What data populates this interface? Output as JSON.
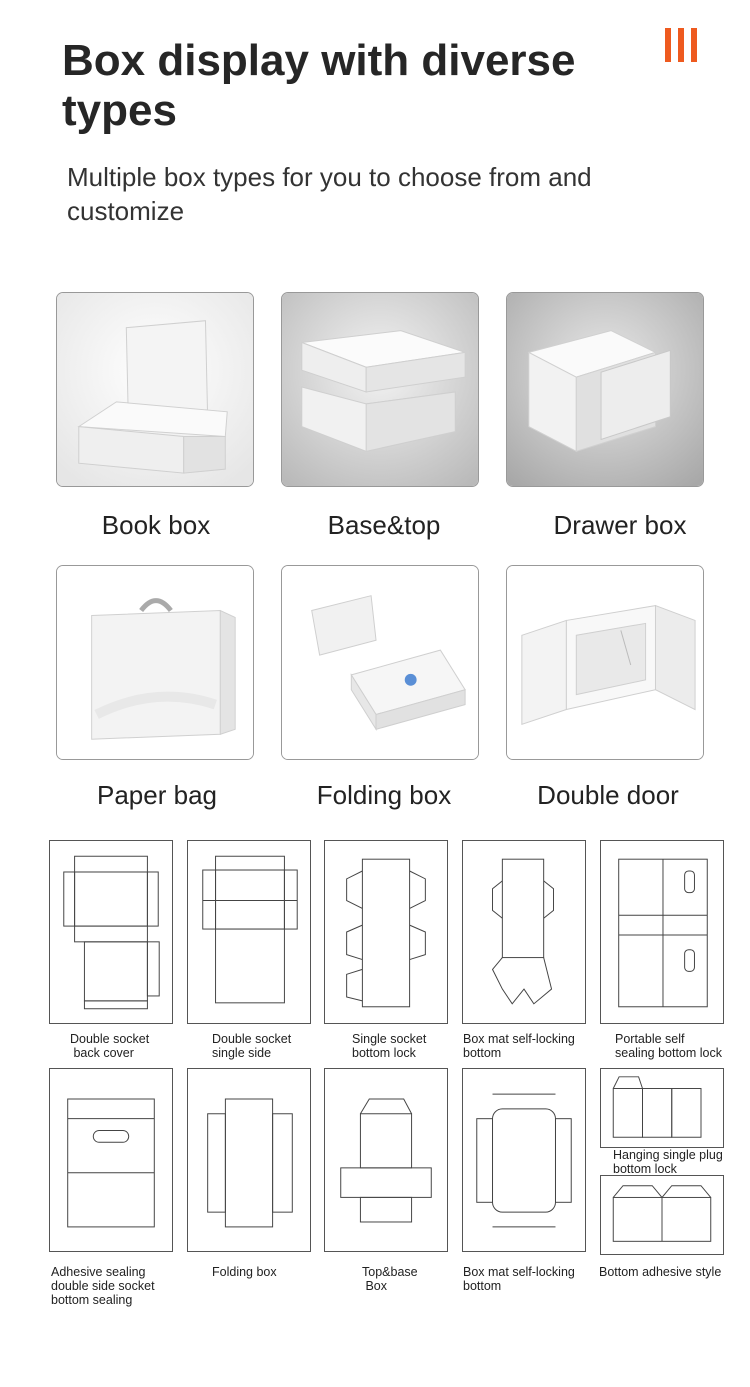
{
  "header": {
    "title": "Box display with diverse types",
    "subtitle": "Multiple box types for you to choose from and customize",
    "accent_color": "#ee5a1f",
    "menu_icon": "three-vertical-bars-icon"
  },
  "photos": [
    {
      "label": "Book box"
    },
    {
      "label": "Base&top"
    },
    {
      "label": "Drawer box"
    },
    {
      "label": "Paper bag"
    },
    {
      "label": "Folding box"
    },
    {
      "label": "Double door"
    }
  ],
  "dielines": [
    {
      "label": "Double socket\n back cover"
    },
    {
      "label": "Double socket\nsingle side"
    },
    {
      "label": "Single socket\nbottom lock"
    },
    {
      "label": "Box mat self-locking\nbottom"
    },
    {
      "label": "Portable self\nsealing bottom lock"
    },
    {
      "label": "Adhesive sealing\ndouble side socket\nbottom sealing"
    },
    {
      "label": "Folding box"
    },
    {
      "label": "Top&base\n Box"
    },
    {
      "label": "Box mat self-locking\nbottom"
    },
    {
      "label": "Hanging single plug\nbottom lock"
    },
    {
      "label": "Bottom adhesive style"
    }
  ]
}
